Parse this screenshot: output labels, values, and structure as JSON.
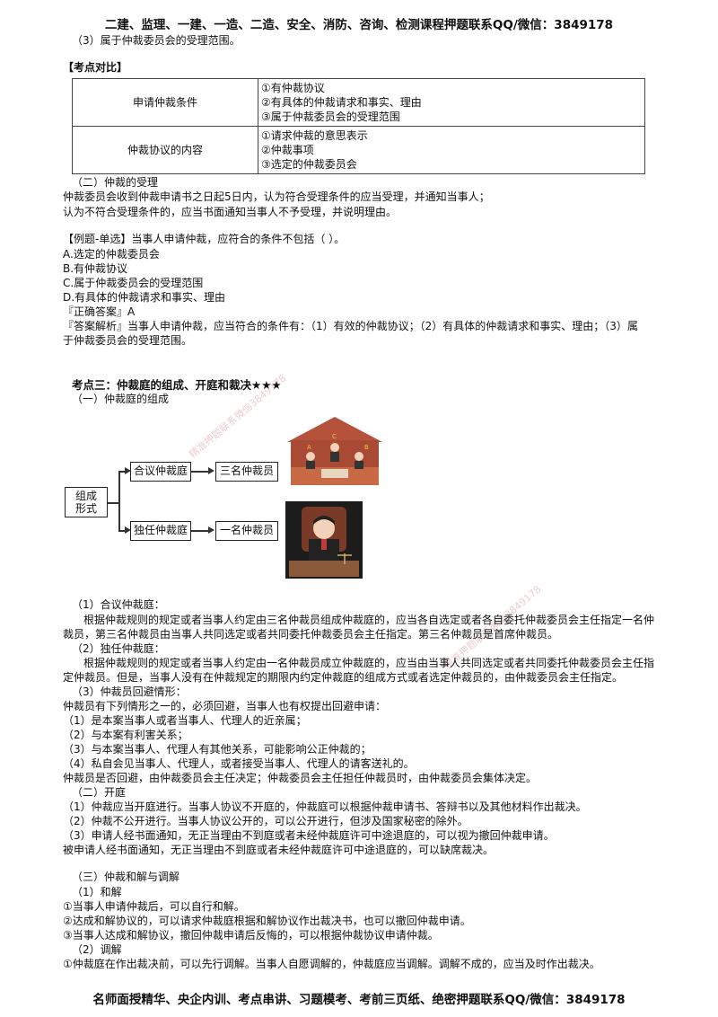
{
  "header": "二建、监理、一建、一造、二造、安全、消防、咨询、检测课程押题联系QQ/微信：3849178",
  "footer": "名师面授精华、央企内训、考点串讲、习题模考、考前三页纸、绝密押题联系QQ/微信：3849178",
  "watermark": "精准押题联系微信3849178",
  "intro_line": "（3）属于仲裁委员会的受理范围。",
  "compare_title": "【考点对比】",
  "compare_rows": [
    {
      "label": "申请仲裁条件",
      "items": [
        "①有仲裁协议",
        "②有具体的仲裁请求和事实、理由",
        "③属于仲裁委员会的受理范围"
      ]
    },
    {
      "label": "仲裁协议的内容",
      "items": [
        "①请求仲裁的意思表示",
        "②仲裁事项",
        "③选定的仲裁委员会"
      ]
    }
  ],
  "sec2_title": "（二）仲裁的受理",
  "sec2_l1": "仲裁委员会收到仲裁申请书之日起5日内，认为符合受理条件的应当受理，并通知当事人；",
  "sec2_l2": "认为不符合受理条件的，应当书面通知当事人不予受理，并说明理由。",
  "example": {
    "question": "【例题-单选】当事人申请仲裁，应符合的条件不包括（    ）。",
    "options": [
      "A.选定的仲裁委员会",
      "B.有仲裁协议",
      "C.属于仲裁委员会的受理范围",
      "D.有具体的仲裁请求和事实、理由"
    ],
    "answer": "『正确答案』A",
    "analysis_l1": "『答案解析』当事人申请仲裁，应当符合的条件有：（1）有效的仲裁协议；（2）有具体的仲裁请求和事实、理由；（3）属",
    "analysis_l2": "于仲裁委员会的受理范围。"
  },
  "topic3_title": "考点三：仲裁庭的组成、开庭和裁决★★★",
  "topic3_sub": "（一）仲裁庭的组成",
  "diagram": {
    "root": [
      "组成",
      "形式"
    ],
    "branch1": "合议仲裁庭",
    "leaf1": "三名仲裁员",
    "branch2": "独任仲裁庭",
    "leaf2": "一名仲裁员",
    "court_letters": [
      "A",
      "C",
      "B"
    ]
  },
  "body_lines": [
    "（1）合议仲裁庭：",
    "根据仲裁规则的规定或者当事人约定由三名仲裁员组成仲裁庭的，应当各自选定或者各自委托仲裁委员会主任指定一名仲",
    "裁员，第三名仲裁员由当事人共同选定或者共同委托仲裁委员会主任指定。第三名仲裁员是首席仲裁员。",
    "（2）独任仲裁庭：",
    "根据仲裁规则的规定或者当事人约定由一名仲裁员成立仲裁庭的，应当由当事人共同选定或者共同委托仲裁委员会主任指",
    "定仲裁员。但是，当事人没有在仲裁规定的期限内约定仲裁庭的组成方式或者选定仲裁员的，由仲裁委员会主任指定。",
    "（3）仲裁员回避情形：",
    "仲裁员有下列情形之一的，必须回避，当事人也有权提出回避申请：",
    "（1）是本案当事人或者当事人、代理人的近亲属；",
    "（2）与本案有利害关系；",
    "（3）与本案当事人、代理人有其他关系，可能影响公正仲裁的；",
    "（4）私自会见当事人、代理人，或者接受当事人、代理人的请客送礼的。",
    "仲裁员是否回避，由仲裁委员会主任决定；仲裁委员会主任担任仲裁员时，由仲裁委员会集体决定。",
    "（二）开庭",
    "（1）仲裁应当开庭进行。当事人协议不开庭的，仲裁庭可以根据仲裁申请书、答辩书以及其他材料作出裁决。",
    "（2）仲裁不公开进行。当事人协议公开的，可以公开进行，但涉及国家秘密的除外。",
    "（3）申请人经书面通知，无正当理由不到庭或者未经仲裁庭许可中途退庭的，可以视为撤回仲裁申请。",
    "被申请人经书面通知，无正当理由不到庭或者未经仲裁庭许可中途退庭的，可以缺席裁决。",
    "（三）仲裁和解与调解",
    "（1）和解",
    "①当事人申请仲裁后，可以自行和解。",
    "②达成和解协议的，可以请求仲裁庭根据和解协议作出裁决书，也可以撤回仲裁申请。",
    "③当事人达成和解协议，撤回仲裁申请后反悔的，可以根据仲裁协议申请仲裁。",
    "（2）调解",
    "①仲裁庭在作出裁决前，可以先行调解。当事人自愿调解的，仲裁庭应当调解。调解不成的，应当及时作出裁决。"
  ]
}
